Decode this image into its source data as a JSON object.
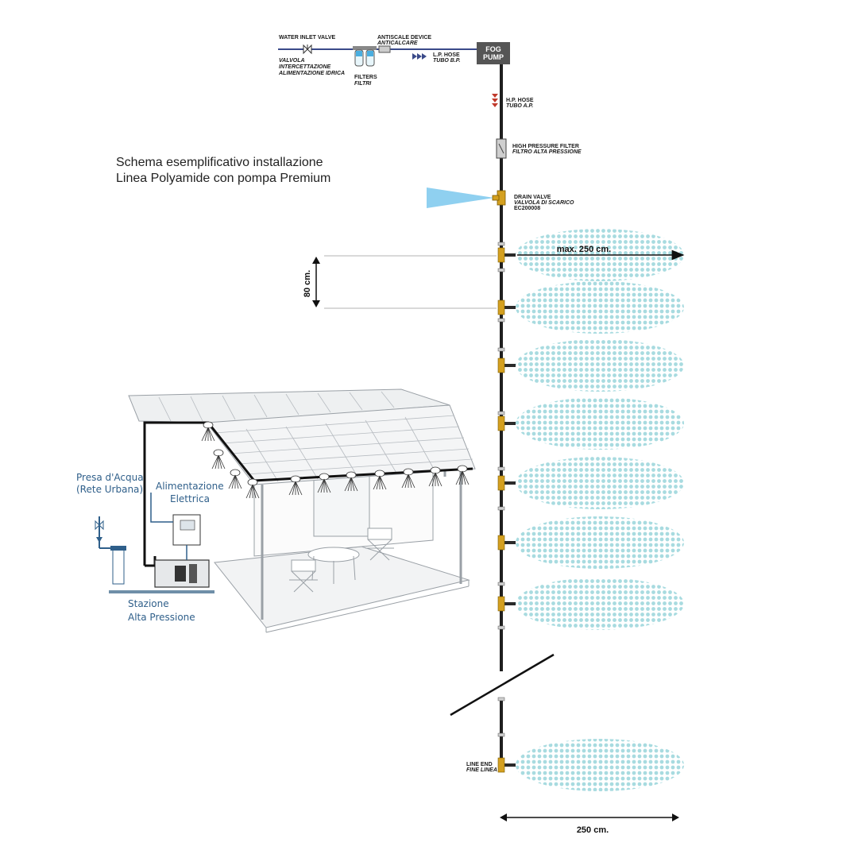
{
  "title": {
    "line1": "Schema esemplificativo installazione",
    "line2": "Linea Polyamide con pompa Premium"
  },
  "components": {
    "water_inlet_valve": {
      "label": "WATER INLET VALVE",
      "it1": "VALVOLA",
      "it2": "INTERCETTAZIONE",
      "it3": "ALIMENTAZIONE IDRICA"
    },
    "antiscale": {
      "label": "ANTISCALE DEVICE",
      "it": "ANTICALCARE"
    },
    "filters": {
      "label": "FILTERS",
      "it": "FILTRI"
    },
    "lp_hose": {
      "label": "L.P. HOSE",
      "it": "TUBO B.P."
    },
    "fog_pump": {
      "line1": "FOG",
      "line2": "PUMP"
    },
    "hp_hose": {
      "label": "H.P. HOSE",
      "it": "TUBO A.P."
    },
    "hp_filter": {
      "label": "HIGH PRESSURE FILTER",
      "it": "FILTRO ALTA PRESSIONE"
    },
    "drain_valve": {
      "label": "DRAIN VALVE",
      "it": "VALVOLA DI SCARICO",
      "code": "EC200008"
    },
    "line_end": {
      "label": "LINE END",
      "it": "FINE LINEA"
    }
  },
  "dimensions": {
    "spray_width": "max. 250 cm.",
    "nozzle_spacing": "80 cm.",
    "bottom_width": "250 cm."
  },
  "illustration": {
    "water_source_1": "Presa d'Acqua",
    "water_source_2": "(Rete Urbana)",
    "power_1": "Alimentazione",
    "power_2": "Elettrica",
    "station_1": "Stazione",
    "station_2": "Alta Pressione"
  },
  "colors": {
    "pipe": "#1f1f1f",
    "supply_line": "#3a4a8a",
    "fitting": "#d4a020",
    "mist_dot": "#a8dbe0",
    "spray_cone": "#8fd0f0",
    "illustration_line": "#9aa0a6",
    "illustration_label": "#2f5f8a",
    "pump_box": "#555555"
  }
}
